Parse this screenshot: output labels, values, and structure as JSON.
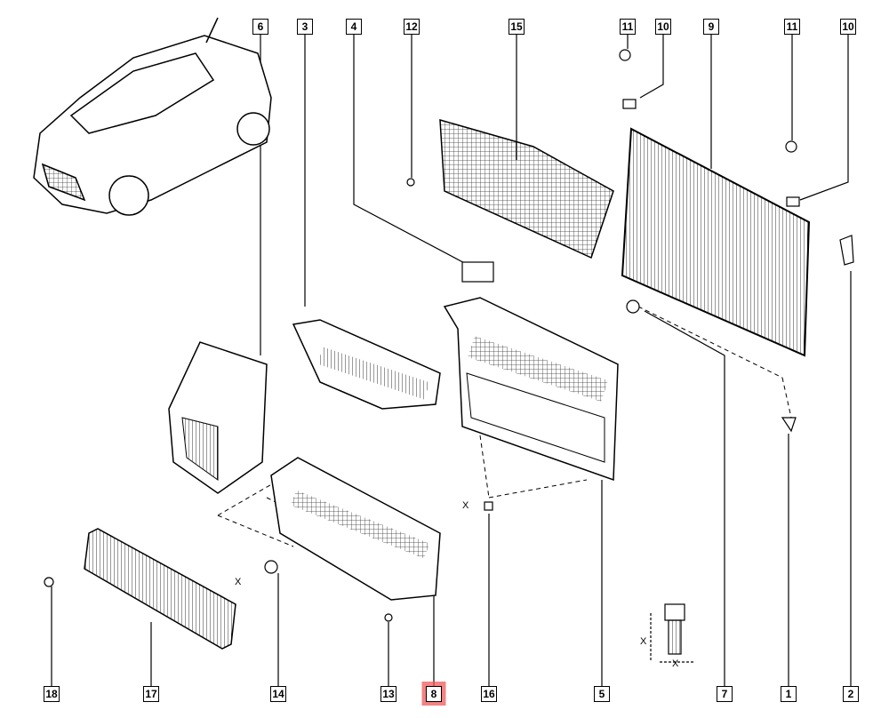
{
  "diagram": {
    "highlight_color": "#f05a5a",
    "highlighted_callout": "8",
    "top_callouts": [
      "6",
      "3",
      "4",
      "12",
      "15",
      "11",
      "10",
      "9",
      "11",
      "10"
    ],
    "bottom_callouts": [
      "18",
      "17",
      "14",
      "13",
      "8",
      "16",
      "5",
      "7",
      "1",
      "2"
    ],
    "dimension_marks": [
      "X",
      "X",
      "X",
      "X"
    ]
  }
}
